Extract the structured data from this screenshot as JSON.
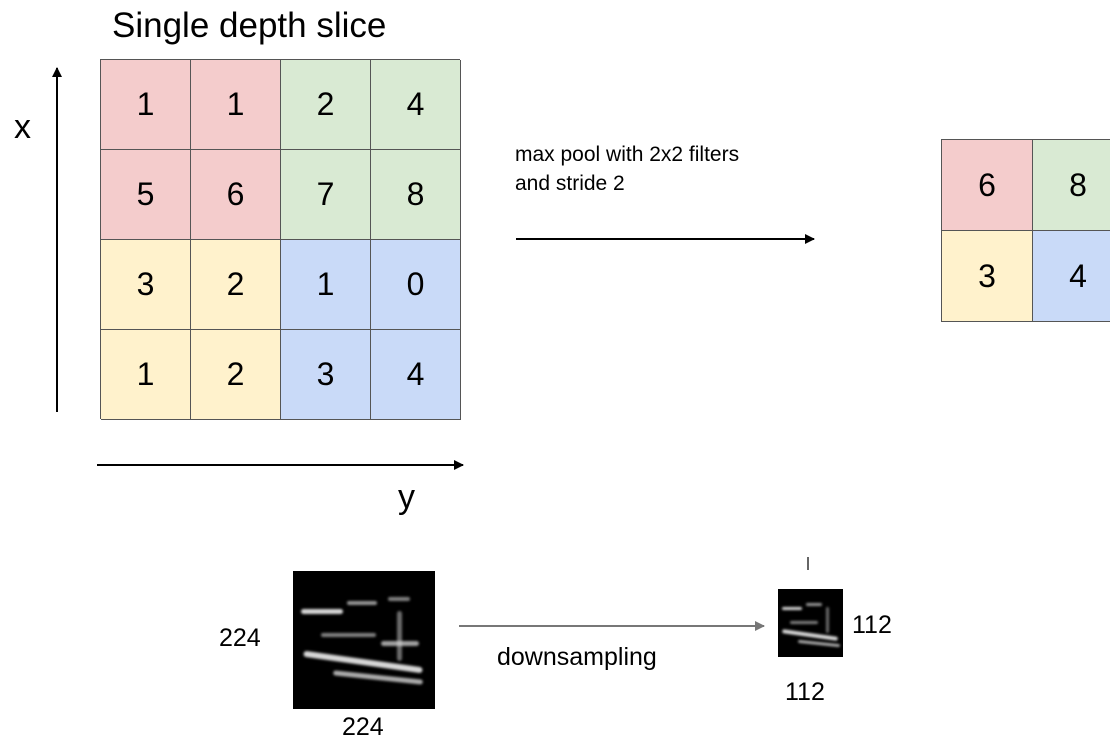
{
  "title": "Single depth slice",
  "axes": {
    "vertical": "x",
    "horizontal": "y"
  },
  "input_grid": [
    [
      {
        "value": "1",
        "color": "#f4cccc"
      },
      {
        "value": "1",
        "color": "#f4cccc"
      },
      {
        "value": "2",
        "color": "#d9ead3"
      },
      {
        "value": "4",
        "color": "#d9ead3"
      }
    ],
    [
      {
        "value": "5",
        "color": "#f4cccc"
      },
      {
        "value": "6",
        "color": "#f4cccc"
      },
      {
        "value": "7",
        "color": "#d9ead3"
      },
      {
        "value": "8",
        "color": "#d9ead3"
      }
    ],
    [
      {
        "value": "3",
        "color": "#fff2cc"
      },
      {
        "value": "2",
        "color": "#fff2cc"
      },
      {
        "value": "1",
        "color": "#c9daf8"
      },
      {
        "value": "0",
        "color": "#c9daf8"
      }
    ],
    [
      {
        "value": "1",
        "color": "#fff2cc"
      },
      {
        "value": "2",
        "color": "#fff2cc"
      },
      {
        "value": "3",
        "color": "#c9daf8"
      },
      {
        "value": "4",
        "color": "#c9daf8"
      }
    ]
  ],
  "caption_lines": [
    "max pool with 2x2 filters",
    "and stride 2"
  ],
  "output_grid": [
    [
      {
        "value": "6",
        "color": "#f4cccc"
      },
      {
        "value": "8",
        "color": "#d9ead3"
      }
    ],
    [
      {
        "value": "3",
        "color": "#fff2cc"
      },
      {
        "value": "4",
        "color": "#c9daf8"
      }
    ]
  ],
  "downsampling": {
    "label": "downsampling",
    "large_height": "224",
    "large_width": "224",
    "small_height": "112",
    "small_width": "112"
  }
}
